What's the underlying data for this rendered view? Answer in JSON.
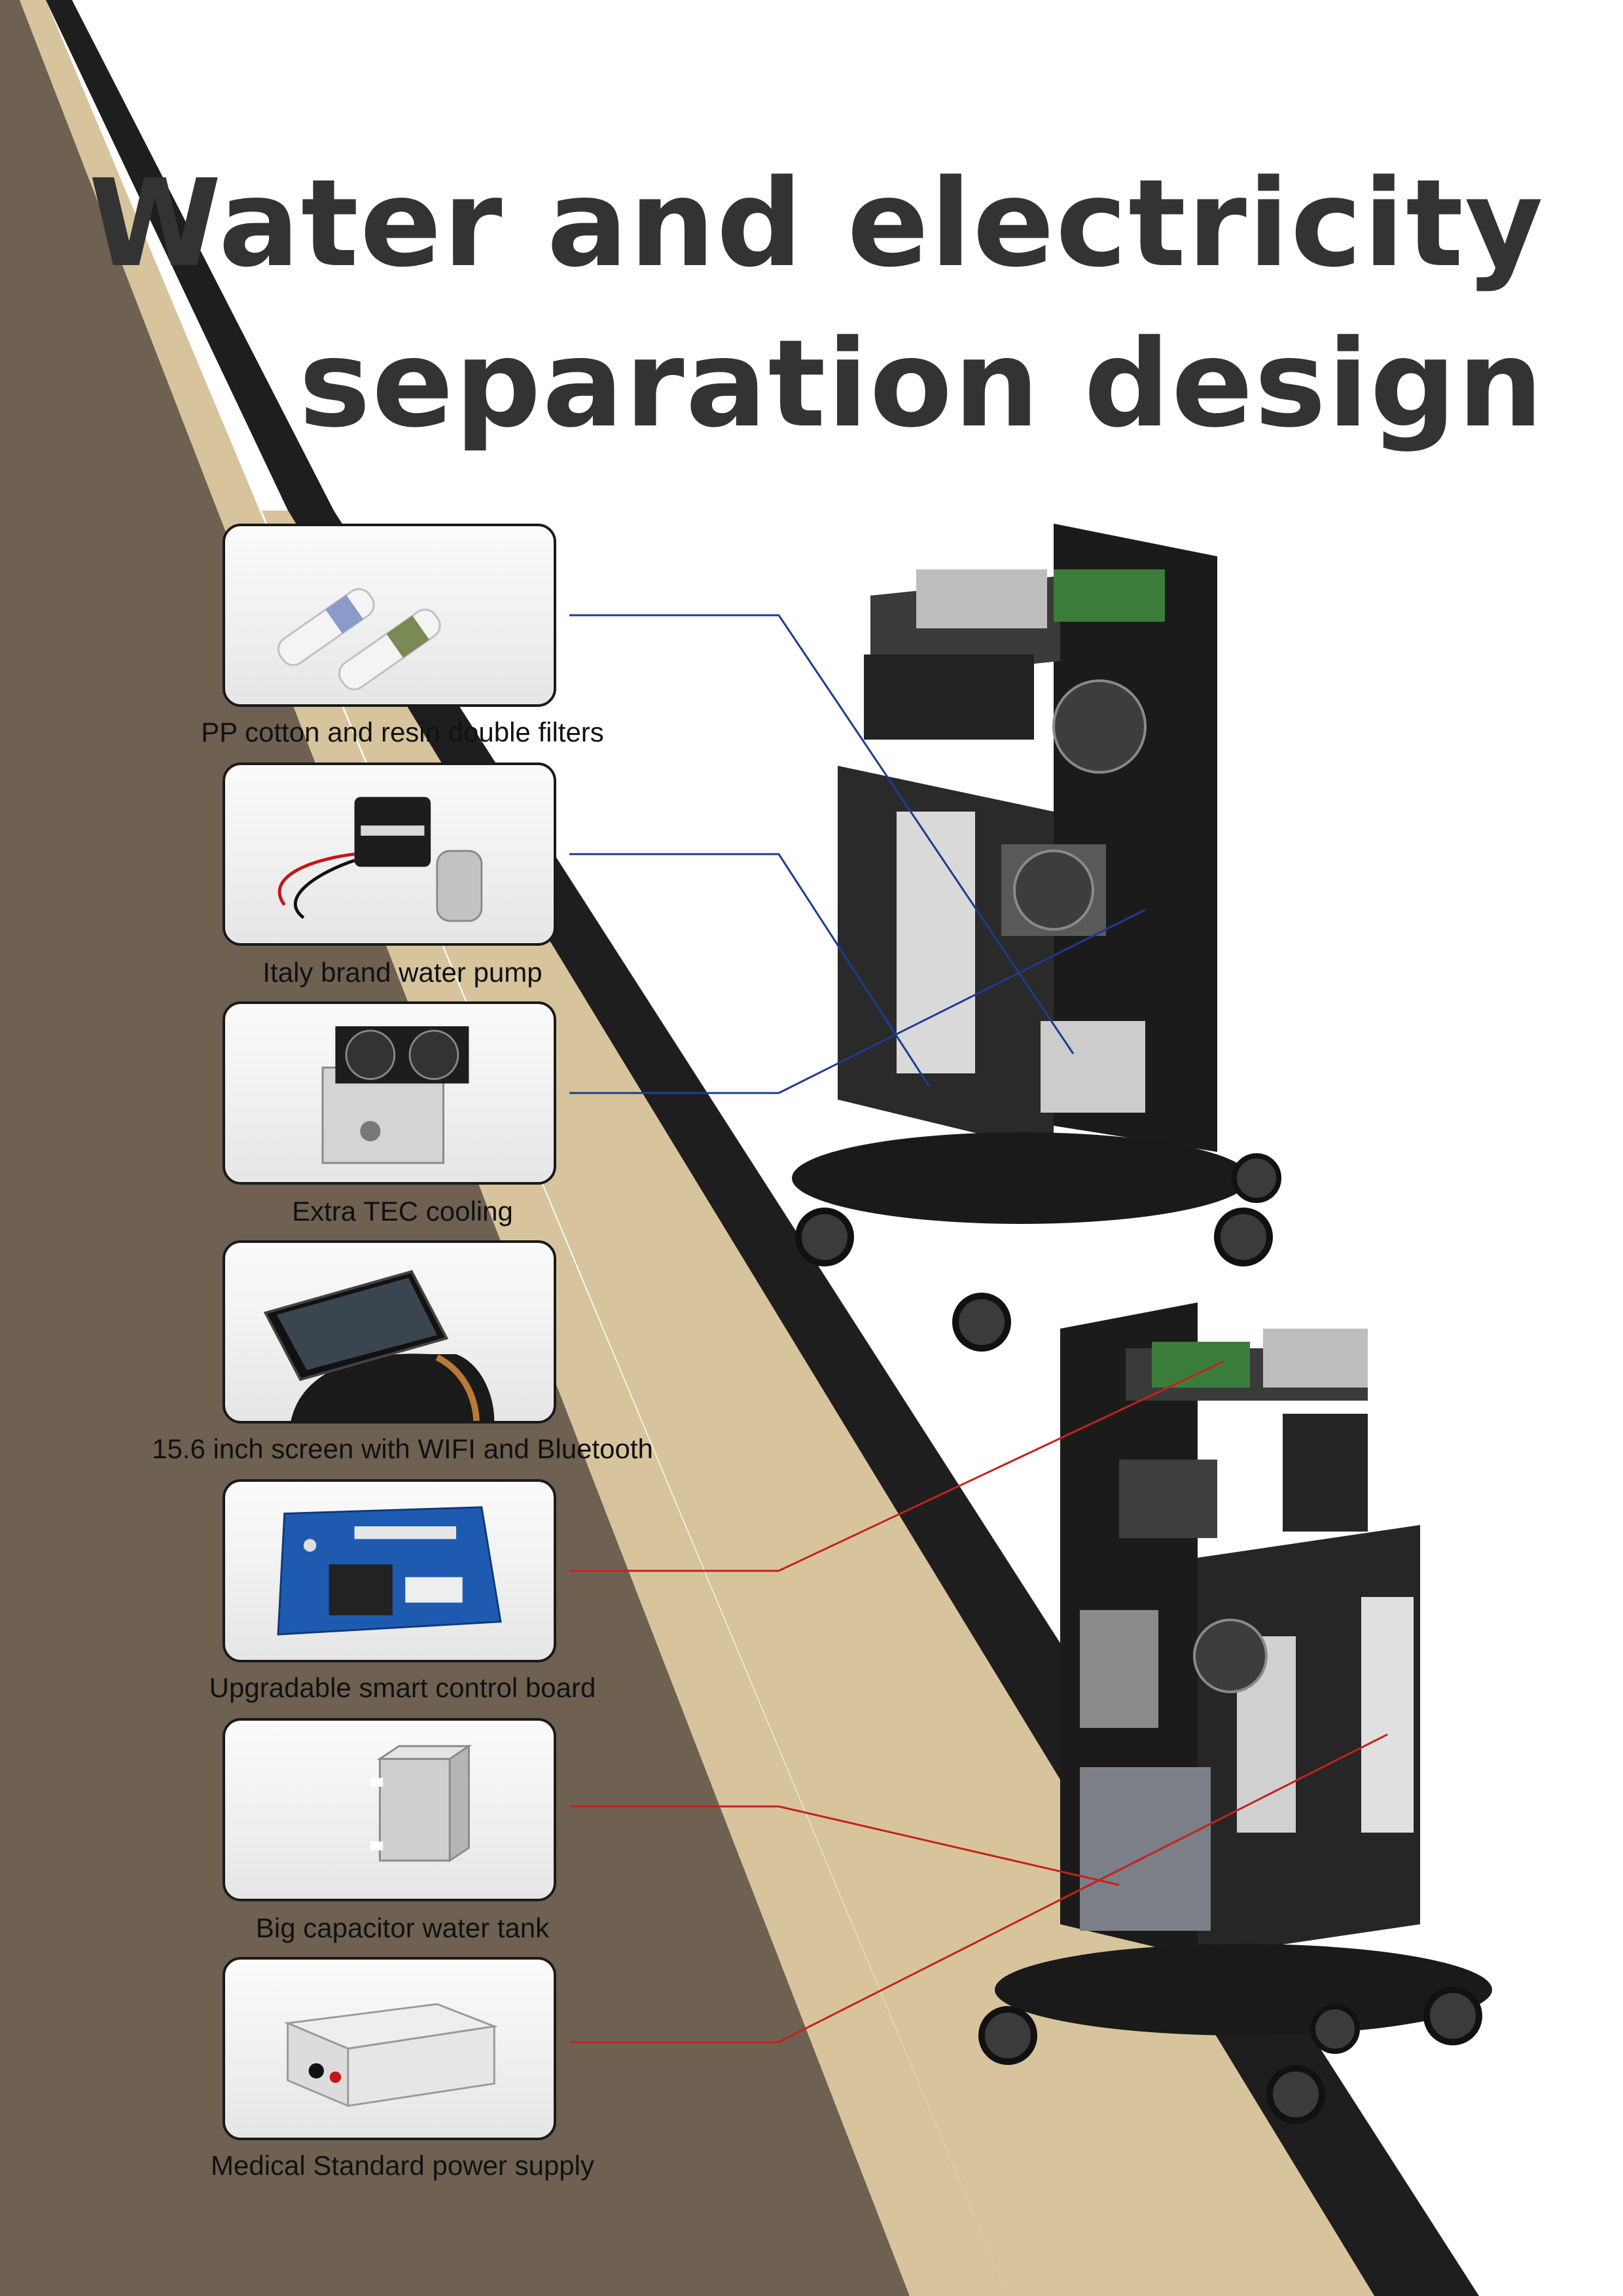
{
  "title": {
    "line1": "Water and electricity",
    "line2": "separation design"
  },
  "features": [
    {
      "label": "PP cotton and resin double filters",
      "image": "water-filter-cartridges",
      "connector_color": "#1c3d8f"
    },
    {
      "label": "Italy brand water pump",
      "image": "water-pump",
      "connector_color": "#1c3d8f"
    },
    {
      "label": "Extra TEC cooling",
      "image": "tec-cooling-module",
      "connector_color": "#1c3d8f"
    },
    {
      "label": "15.6 inch screen with WIFI and Bluetooth",
      "image": "touch-screen"
    },
    {
      "label": "Upgradable smart control board",
      "image": "control-board",
      "connector_color": "#c4221b"
    },
    {
      "label": "Big capacitor water tank",
      "image": "water-tank",
      "connector_color": "#c4221b"
    },
    {
      "label": "Medical Standard power supply",
      "image": "power-supply",
      "connector_color": "#c4221b"
    }
  ],
  "colors": {
    "background": "#ffffff",
    "dark_panel": "#6e6152",
    "beige_band": "#d8c49c",
    "black_stripe": "#1e1e1e",
    "title": "#333333",
    "connector_blue": "#1c3d8f",
    "connector_red": "#c4221b"
  }
}
